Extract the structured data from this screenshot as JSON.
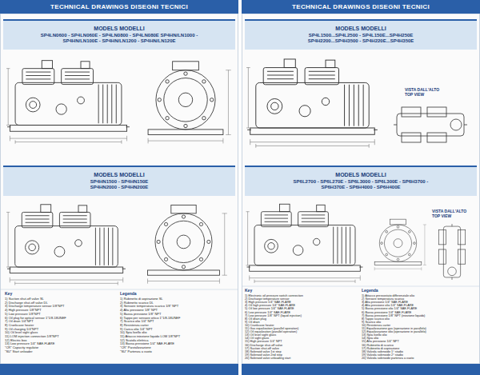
{
  "diagram": {
    "nodes": [
      {
        "text": [
          "TECHNICAL DRAWINGS  DISEGNI TECNICI"
        ]
      },
      {
        "text": [
          "TECHNICAL DRAWINGS  DISEGNI TECNICI"
        ]
      },
      {
        "text": [
          "MODELS  MODELLI",
          "SP4LN0600 - SP4LN060E - SP4LN0800 - SP4LN080E SP4HN/LN1000 - SP4HN/LN100E - SP4HN/LN1200 - SP4HN/LN120E"
        ]
      },
      {
        "text": [
          "MODELS  MODELLI",
          "SP4L1500...SP4L2500 - SP4L150E...SP4H250E SP4H2200...SP4H3500 - SP4H220E...SP4H350E"
        ]
      },
      {
        "text": [
          "MODELS  MODELLI",
          "SP4HN1500 - SP4HN150E SP4HN2000 - SP4HN200E"
        ]
      },
      {
        "text": [
          "MODELS  MODELLI",
          "SP6L2700 - SP6L270E - SP6L3000 - SP6L300E - SP6H3700 - SP6H370E - SP6H4000 - SP6H400E"
        ]
      }
    ],
    "labels": [
      "Key",
      "1) Suction shut-off valve SL",
      "2) Discharge shut-off valve DL",
      "3) Discharge temperature sensor 1/8\"NPT",
      "4) High pressure 1/8\"NPT",
      "5) Low pressure 1/8\"NPT",
      "6) Oil plug for optical sensor 1\"1/8-18UNEF",
      "7) Oil drain 1/4\"NPT",
      "8) Crankcase heater",
      "9) Oil charging 1/4\"NPT",
      "10) Oil level sight glass",
      "11) LOM injection connection 1/8\"NPT",
      "12) Electric box",
      "13) Low pressure 1/4\" SAE-FLARE",
      "\"CR\" Capacity regulator",
      "\"SU\" Start unloader",
      "Legenda",
      "1) Rubinetto di aspirazione SL",
      "2) Rubinetto scarico DL",
      "3) Sensore temperatura scarico 1/8\" NPT",
      "4) Alta pressione 1/8\" NPT",
      "5) Bassa pressione 1/8\" NPT",
      "6) Tappo per sensore ottico 1\"1/8-18UNEF",
      "7) Scarico olio 1/4\" NPT",
      "8) Resistenza carter",
      "9) Carica olio 1/4\" NPT",
      "10) Spia livello olio",
      "11) Attacco iniezione liquido LOM 1/8\"NPT",
      "12) Scatola elettrica",
      "13) Bassa pressione 1/4\" SAE-FLARE",
      "\"CR\" Parzializzazione",
      "\"SU\" Partenza a vuoto",
      "Key",
      "1) Electronic oil pressure switch connection",
      "2) Discharge temperature sensor",
      "3) High pressure 1/4\" SAE-FLARE",
      "4) Oil high pressure 1/4\" SAE-FLARE",
      "5) Oil low pressure 1/4\" SAE-FLARE",
      "6) Low pressure 1/4\" SAE-FLARE",
      "7) Low pressure 1/8\" NPT (liquid injection)",
      "8) Oil drain plug",
      "9) Oil drain",
      "10) Crankcase heater",
      "11) Gas equalization (parallel operation)",
      "12) Oil equalization (parallel operation)",
      "13) Oil level sight glass",
      "14) Oil sight glass",
      "15) High pressure 1/4\" NPT",
      "16) Discharge shut-off valve",
      "17) Suction shut-off valve",
      "18) Solenoid valve 1st step",
      "19) Solenoid valve 2nd step",
      "20) Solenoid valve unloading start",
      "Legenda",
      "1) Attacco pressostato differenziale olio",
      "2) Sensore temperatura scarico",
      "3) Alta pressione 1/4\" SAE-FLARE",
      "4) Alta pressione olio 1/4\" SAE-FLARE",
      "5) Bassa pressione olio 1/4\" SAE-FLARE",
      "6) Bassa pressione 1/4\" SAE-FLARE",
      "7) Bassa pressione 1/8\" NPT (iniezione liquido)",
      "8) Tappo scarico olio",
      "9) Scarico olio",
      "10) Resistenza carter",
      "11) Equalizzazione gas (operazione in parallelo)",
      "12) Equalizzazione olio (operazione in parallelo)",
      "13) Spia livello olio",
      "14) Spia olio",
      "15) Alta pressione 1/4\" NPT",
      "16) Rubinetto di scarico",
      "17) Rubinetto di aspirazione",
      "18) Valvola solenoide 1° stadio",
      "19) Valvola solenoide 2° stadio",
      "20) Valvola solenoide partenza a vuoto",
      "VISTA DALL'ALTO",
      "TOP VIEW",
      "VISTA DALL'ALTO",
      "TOP VIEW"
    ]
  }
}
